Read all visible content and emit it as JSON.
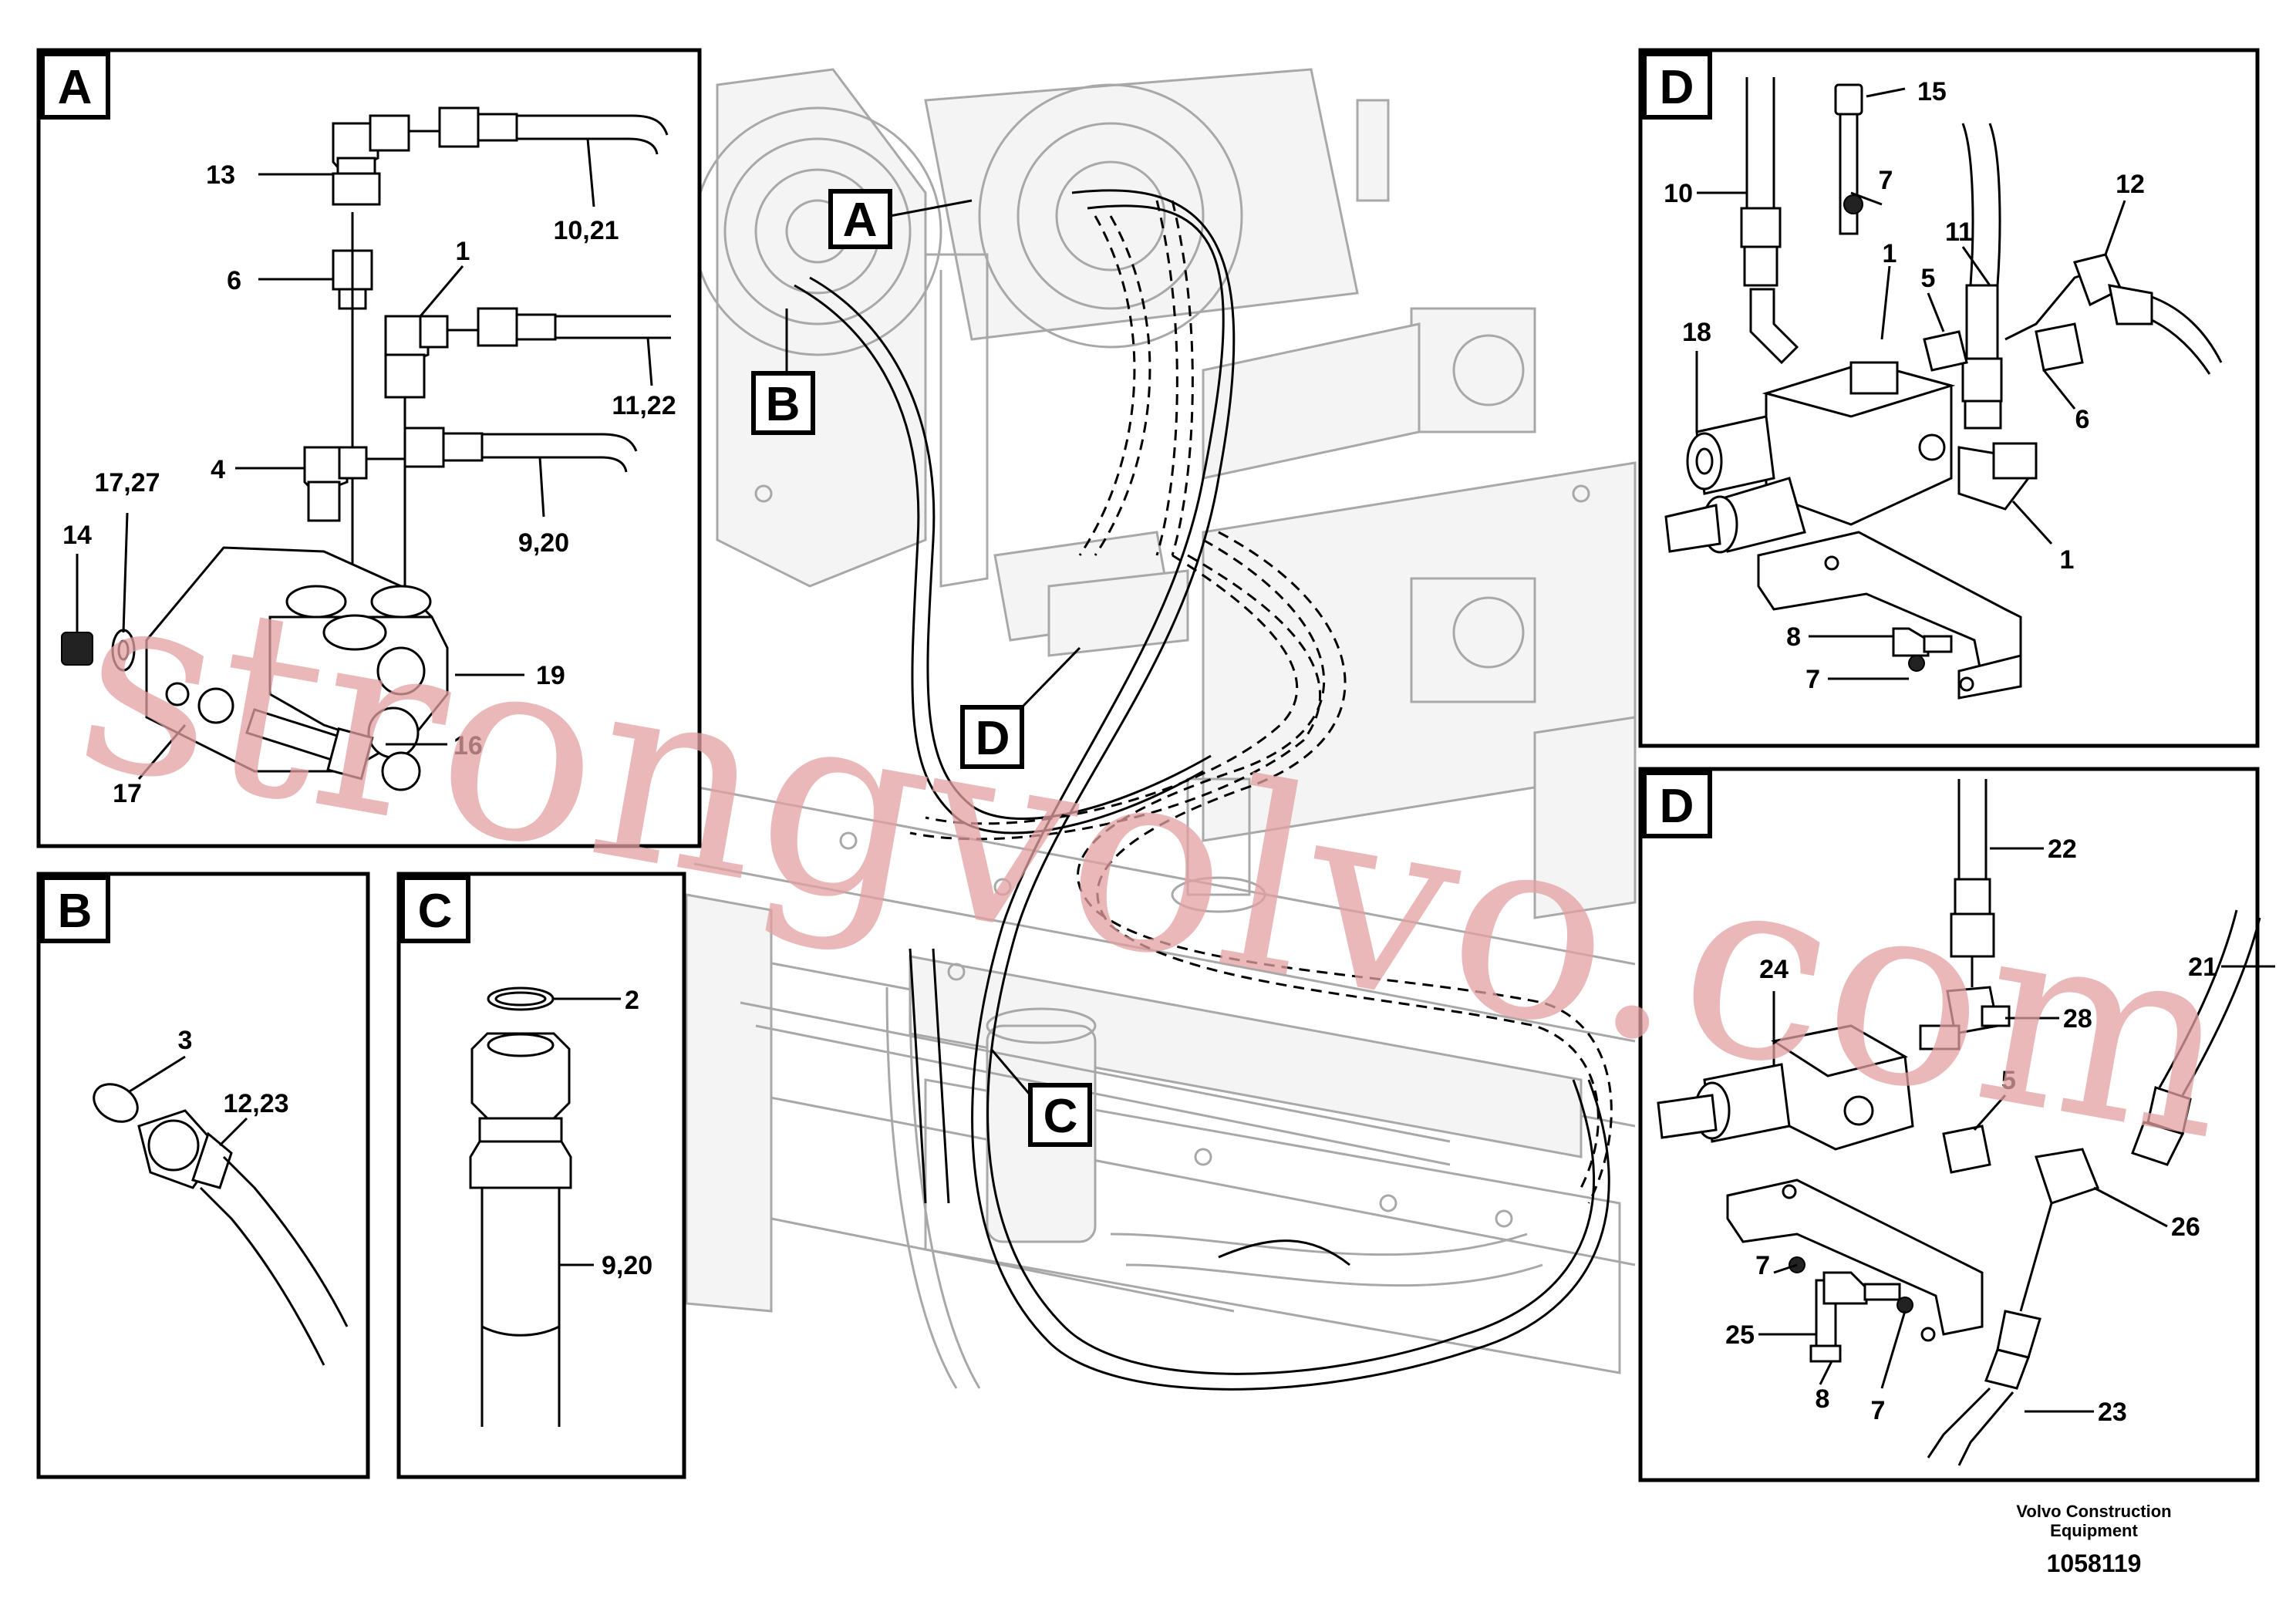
{
  "panels": {
    "A": {
      "tag": "A",
      "labels": [
        "13",
        "10,21",
        "6",
        "1",
        "11,22",
        "4",
        "17,27",
        "14",
        "9,20",
        "19",
        "16",
        "17"
      ]
    },
    "B": {
      "tag": "B",
      "labels": [
        "3",
        "12,23"
      ]
    },
    "C": {
      "tag": "C",
      "labels": [
        "2",
        "9,20"
      ]
    },
    "D_upper": {
      "tag": "D",
      "labels": [
        "15",
        "10",
        "7",
        "12",
        "11",
        "1",
        "18",
        "5",
        "6",
        "1",
        "8",
        "7"
      ]
    },
    "D_lower": {
      "tag": "D",
      "labels": [
        "22",
        "24",
        "21",
        "28",
        "5",
        "26",
        "7",
        "25",
        "8",
        "7",
        "23"
      ]
    }
  },
  "overview_callouts": [
    "A",
    "B",
    "C",
    "D"
  ],
  "watermark": "strongvolvo.com",
  "footer": {
    "company_line1": "Volvo Construction",
    "company_line2": "Equipment",
    "drawing_number": "1058119"
  }
}
